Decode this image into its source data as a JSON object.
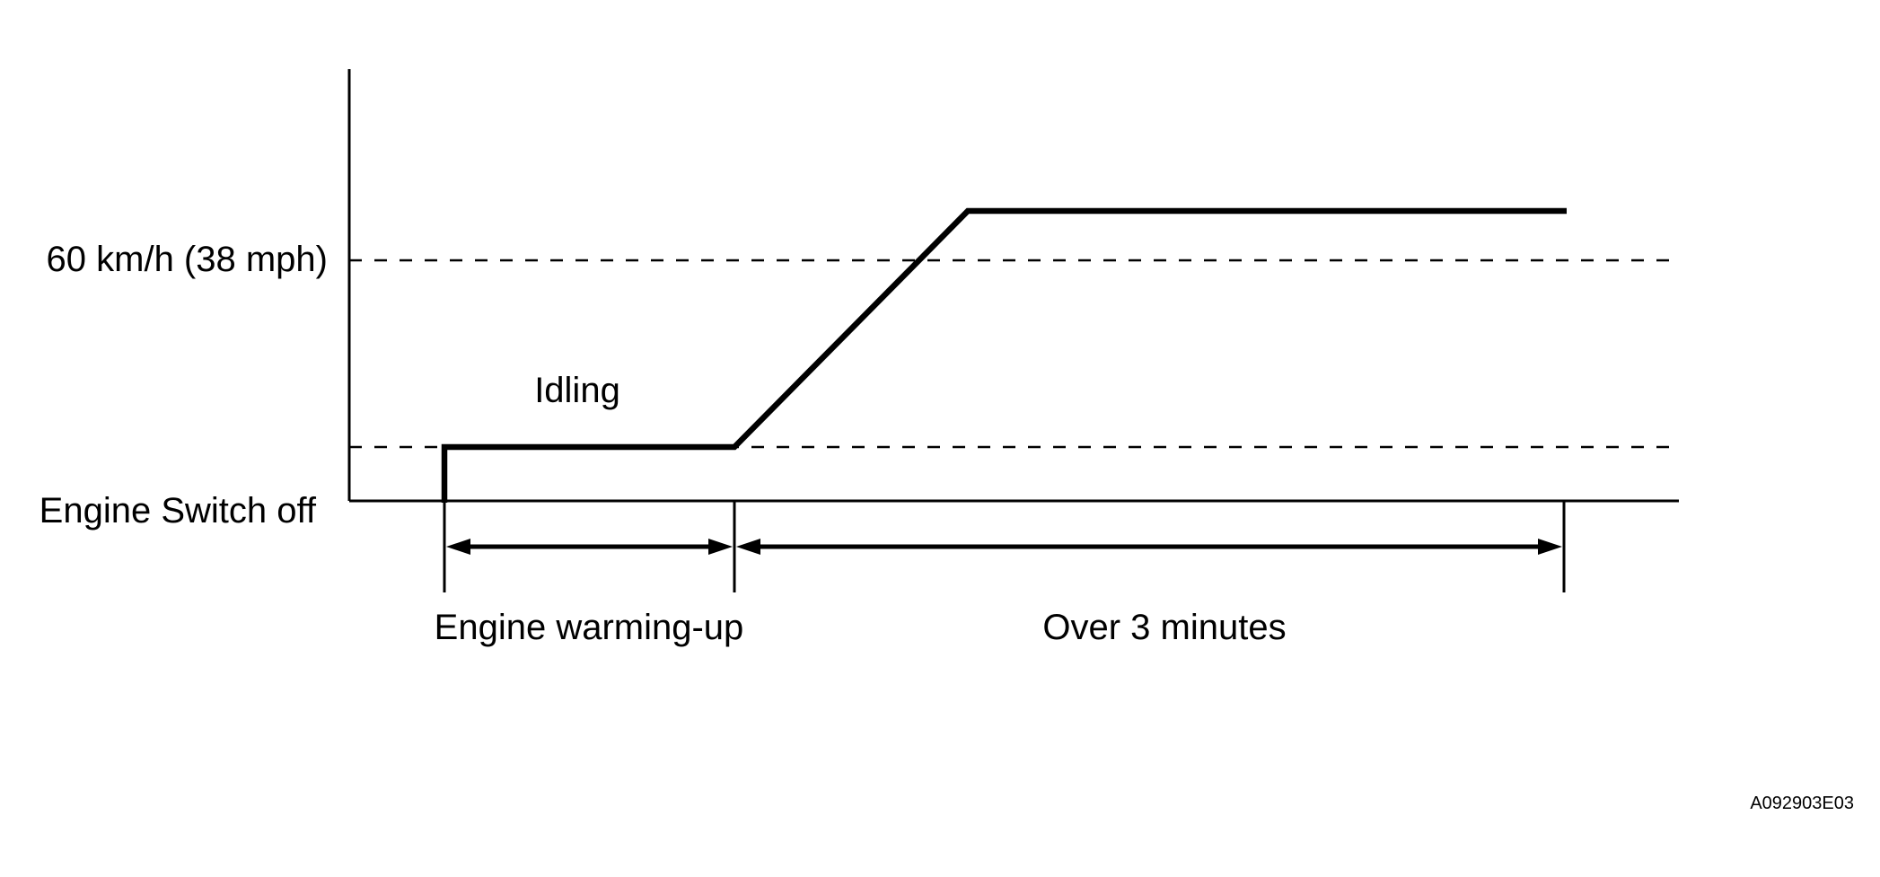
{
  "labels": {
    "speed_level": "60 km/h (38 mph)",
    "engine_off": "Engine Switch off",
    "idling": "Idling",
    "warmup": "Engine warming-up",
    "duration": "Over 3 minutes",
    "figure_code": "A092903E03"
  }
}
